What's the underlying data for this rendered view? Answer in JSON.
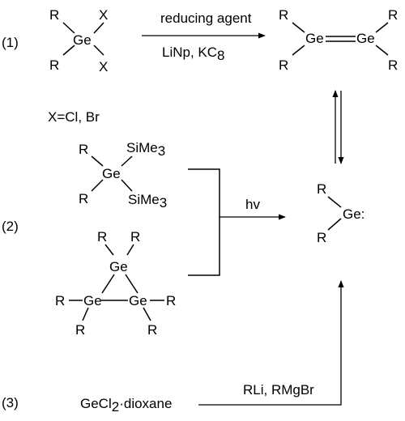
{
  "labels": {
    "step1": "(1)",
    "step2": "(2)",
    "step3": "(3)"
  },
  "atoms": {
    "r": "R",
    "x": "X",
    "ge": "Ge",
    "si": "SiMe",
    "si_sub": "3",
    "germylene": "Ge:",
    "gecl": "GeCl",
    "gecl_sub": "2",
    "gecl_rest": "·dioxane"
  },
  "conditions": {
    "reducing_agent": "reducing agent",
    "reagents1_a": "LiNp, KC",
    "reagents1_sub": "8",
    "halides": "X=Cl, Br",
    "hv": "hv",
    "reagents3": "RLi, RMgBr"
  }
}
